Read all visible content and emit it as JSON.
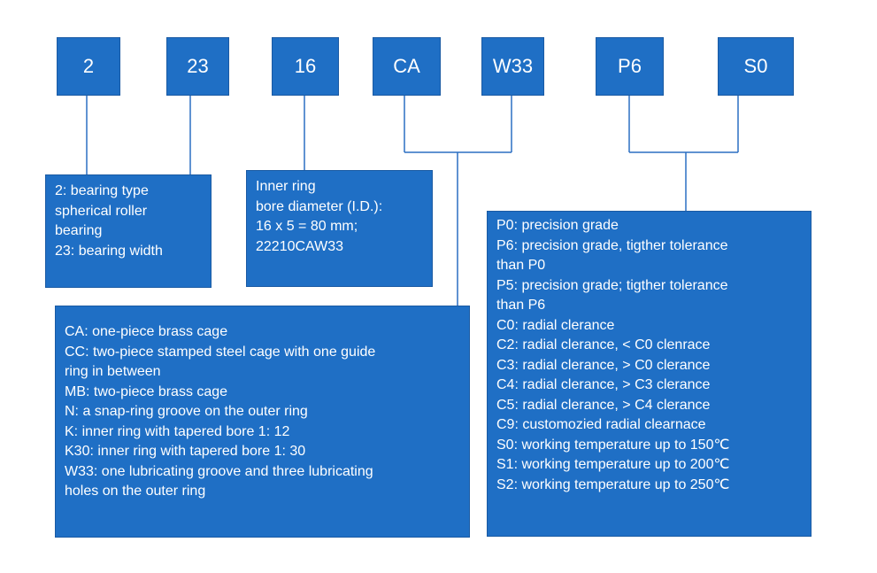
{
  "codes": [
    "2",
    "23",
    "16",
    "CA",
    "W33",
    "P6",
    "S0"
  ],
  "type_width_box": [
    "2: bearing type",
    "spherical roller",
    "bearing",
    "23: bearing width"
  ],
  "bore_box": [
    "Inner ring",
    "bore diameter (I.D.):",
    "16 x 5 = 80 mm;",
    "22210CAW33"
  ],
  "cage_box": [
    "CA: one-piece brass cage",
    "CC: two-piece stamped steel cage with one guide",
    "ring in between",
    "MB: two-piece brass cage",
    "N: a snap-ring groove on the outer ring",
    "K: inner ring with tapered bore 1: 12",
    "K30:  inner ring with tapered bore 1: 30",
    "W33: one lubricating groove and three lubricating",
    "holes on the outer ring"
  ],
  "precision_box": [
    "P0: precision grade",
    "P6: precision grade, tigther tolerance",
    "than P0",
    "P5: precision grade; tigther tolerance",
    "than P6",
    "C0: radial clerance",
    "C2: radial clerance, < C0 clenrace",
    "C3: radial clerance, > C0 clerance",
    "C4: radial clerance, > C3 clerance",
    "C5: radial clerance, > C4 clerance",
    "C9: customozied radial clearnace",
    "S0: working temperature up to 150℃",
    "S1: working temperature up to 200℃",
    "S2: working temperature up to 250℃"
  ]
}
